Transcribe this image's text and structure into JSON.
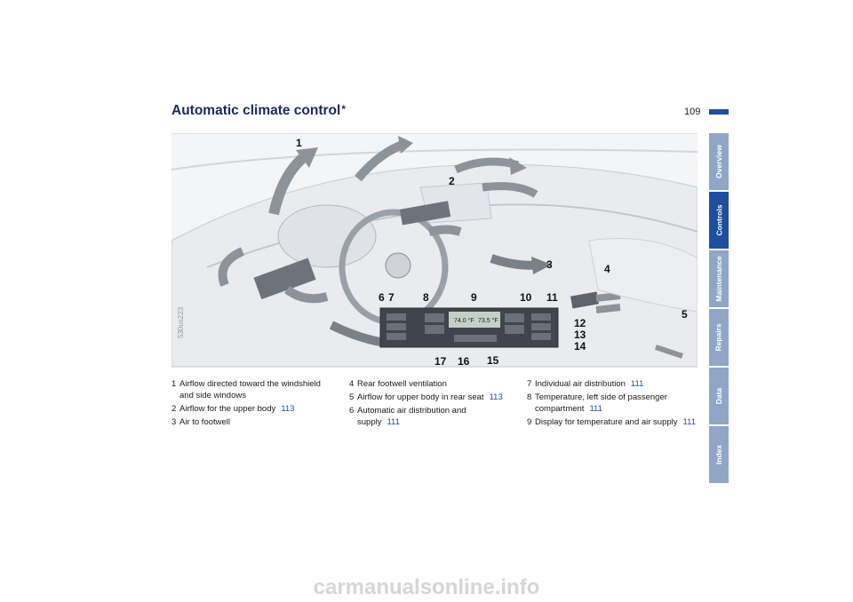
{
  "header": {
    "title": "Automatic climate control",
    "title_mark": "*",
    "page_number": "109"
  },
  "side_tabs": [
    {
      "label": "Overview",
      "active": false
    },
    {
      "label": "Controls",
      "active": true
    },
    {
      "label": "Maintenance",
      "active": false
    },
    {
      "label": "Repairs",
      "active": false
    },
    {
      "label": "Data",
      "active": false
    },
    {
      "label": "Index",
      "active": false
    }
  ],
  "figure": {
    "code": "530us223",
    "display_left": "74.0 °F",
    "display_right": "73.5 °F",
    "callouts": [
      "1",
      "2",
      "3",
      "4",
      "5",
      "6",
      "7",
      "8",
      "9",
      "10",
      "11",
      "12",
      "13",
      "14",
      "15",
      "16",
      "17"
    ]
  },
  "legend": {
    "col1": [
      {
        "num": "1",
        "text": "Airflow directed toward the windshield and side windows",
        "ref": ""
      },
      {
        "num": "2",
        "text": "Airflow for the upper body",
        "ref": "113"
      },
      {
        "num": "3",
        "text": "Air to footwell",
        "ref": ""
      }
    ],
    "col2": [
      {
        "num": "4",
        "text": "Rear footwell ventilation",
        "ref": ""
      },
      {
        "num": "5",
        "text": "Airflow for upper body in rear seat",
        "ref": "113"
      },
      {
        "num": "6",
        "text": "Automatic air distribution and supply",
        "ref": "111"
      }
    ],
    "col3": [
      {
        "num": "7",
        "text": "Individual air distribution",
        "ref": "111"
      },
      {
        "num": "8",
        "text": "Temperature, left side of passenger compartment",
        "ref": "111"
      },
      {
        "num": "9",
        "text": "Display for temperature and air supply",
        "ref": "111"
      }
    ]
  },
  "watermark": "carmanualsonline.info"
}
